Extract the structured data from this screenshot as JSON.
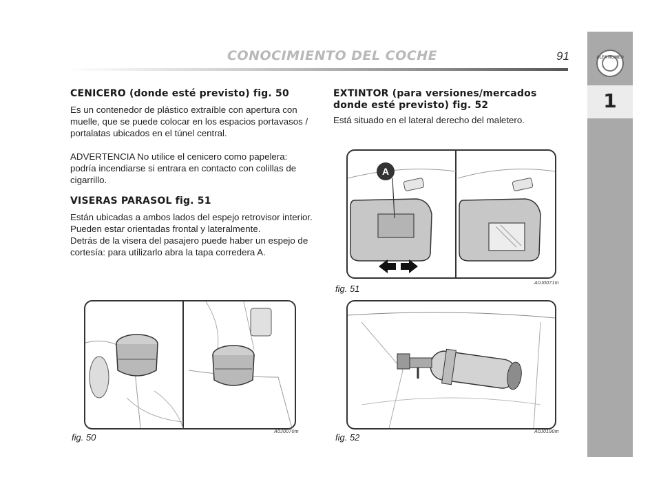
{
  "header": {
    "title": "CONOCIMIENTO DEL COCHE",
    "page_number": "91"
  },
  "side_tab": {
    "chapter": "1",
    "logo_text": "ALFA ROMEO"
  },
  "left_column": {
    "ashtray_heading": "CENICERO (donde esté previsto) fig. 50",
    "ashtray_text": "Es un contenedor de plástico extraíble con apertura con muelle, que se puede colocar en los espacios portavasos / portalatas ubicados en el túnel central.",
    "ashtray_warning": "ADVERTENCIA No utilice el cenicero como papelera: podría incendiarse si entrara en contacto con colillas de cigarrillo.",
    "visor_heading": "VISERAS PARASOL fig. 51",
    "visor_text_1": "Están ubicadas a ambos lados del espejo retrovisor interior. Pueden estar orientadas frontal y lateralmente.",
    "visor_text_2": "Detrás de la visera del pasajero puede haber un espejo de cortesía: para utilizarlo abra la tapa corredera A."
  },
  "right_column": {
    "extinguisher_heading": "EXTINTOR (para versiones/mercados donde esté previsto) fig. 52",
    "extinguisher_text": "Está situado en el lateral derecho del maletero."
  },
  "figures": [
    {
      "label": "fig. 50",
      "code": "A0J0070m"
    },
    {
      "label": "fig. 51",
      "code": "A0J0071m",
      "callout": "A"
    },
    {
      "label": "fig. 52",
      "code": "A0J0190m"
    }
  ]
}
